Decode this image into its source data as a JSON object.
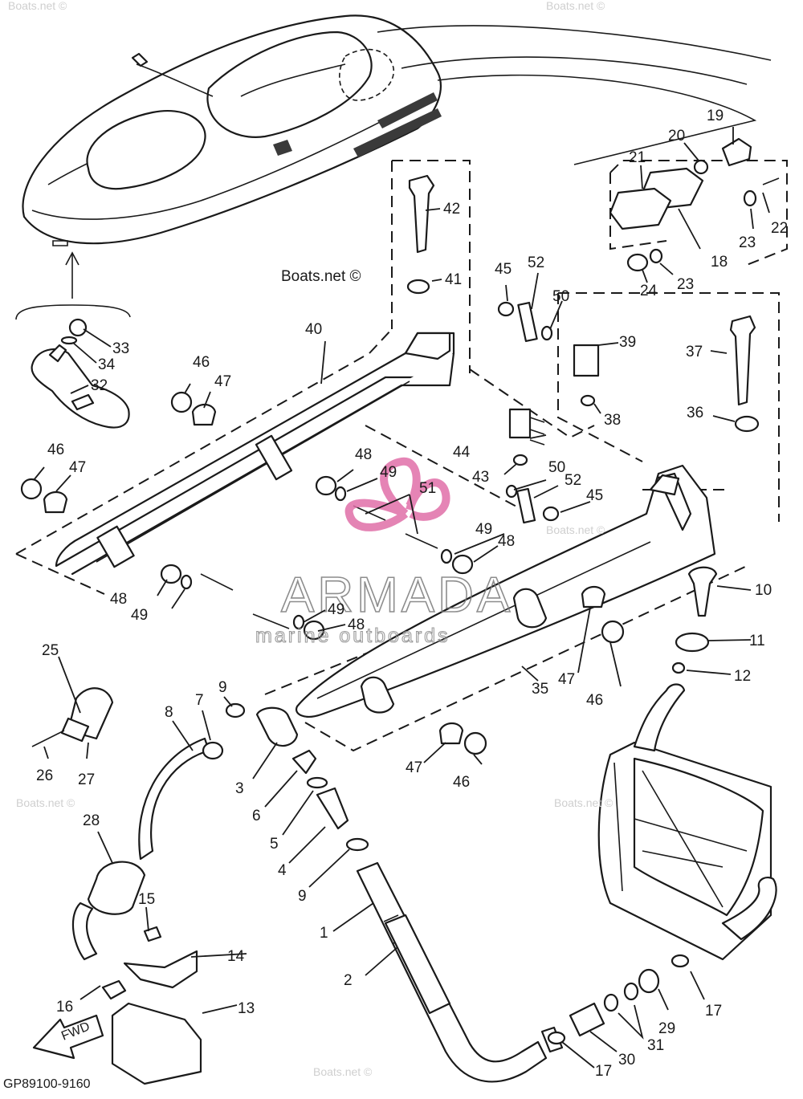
{
  "diagram": {
    "code": "GP89100-9160",
    "watermark": "Boats.net ©",
    "logo": {
      "name": "ARMADA",
      "tagline": "marine outboards",
      "color": "#e06fa8"
    },
    "direction_label": "FWD",
    "callouts": [
      {
        "label": "1"
      },
      {
        "label": "2"
      },
      {
        "label": "3"
      },
      {
        "label": "4"
      },
      {
        "label": "5"
      },
      {
        "label": "6"
      },
      {
        "label": "7"
      },
      {
        "label": "8"
      },
      {
        "label": "9"
      },
      {
        "label": "9"
      },
      {
        "label": "10"
      },
      {
        "label": "11"
      },
      {
        "label": "12"
      },
      {
        "label": "13"
      },
      {
        "label": "14"
      },
      {
        "label": "15"
      },
      {
        "label": "16"
      },
      {
        "label": "17"
      },
      {
        "label": "17"
      },
      {
        "label": "18"
      },
      {
        "label": "19"
      },
      {
        "label": "20"
      },
      {
        "label": "21"
      },
      {
        "label": "22"
      },
      {
        "label": "23"
      },
      {
        "label": "23"
      },
      {
        "label": "24"
      },
      {
        "label": "25"
      },
      {
        "label": "26"
      },
      {
        "label": "27"
      },
      {
        "label": "28"
      },
      {
        "label": "29"
      },
      {
        "label": "30"
      },
      {
        "label": "31"
      },
      {
        "label": "32"
      },
      {
        "label": "33"
      },
      {
        "label": "34"
      },
      {
        "label": "35"
      },
      {
        "label": "36"
      },
      {
        "label": "37"
      },
      {
        "label": "38"
      },
      {
        "label": "39"
      },
      {
        "label": "40"
      },
      {
        "label": "41"
      },
      {
        "label": "42"
      },
      {
        "label": "43"
      },
      {
        "label": "44"
      },
      {
        "label": "45"
      },
      {
        "label": "45"
      },
      {
        "label": "46"
      },
      {
        "label": "46"
      },
      {
        "label": "46"
      },
      {
        "label": "46"
      },
      {
        "label": "47"
      },
      {
        "label": "47"
      },
      {
        "label": "47"
      },
      {
        "label": "47"
      },
      {
        "label": "48"
      },
      {
        "label": "48"
      },
      {
        "label": "48"
      },
      {
        "label": "48"
      },
      {
        "label": "49"
      },
      {
        "label": "49"
      },
      {
        "label": "49"
      },
      {
        "label": "49"
      },
      {
        "label": "50"
      },
      {
        "label": "50"
      },
      {
        "label": "51"
      },
      {
        "label": "52"
      },
      {
        "label": "52"
      }
    ]
  }
}
